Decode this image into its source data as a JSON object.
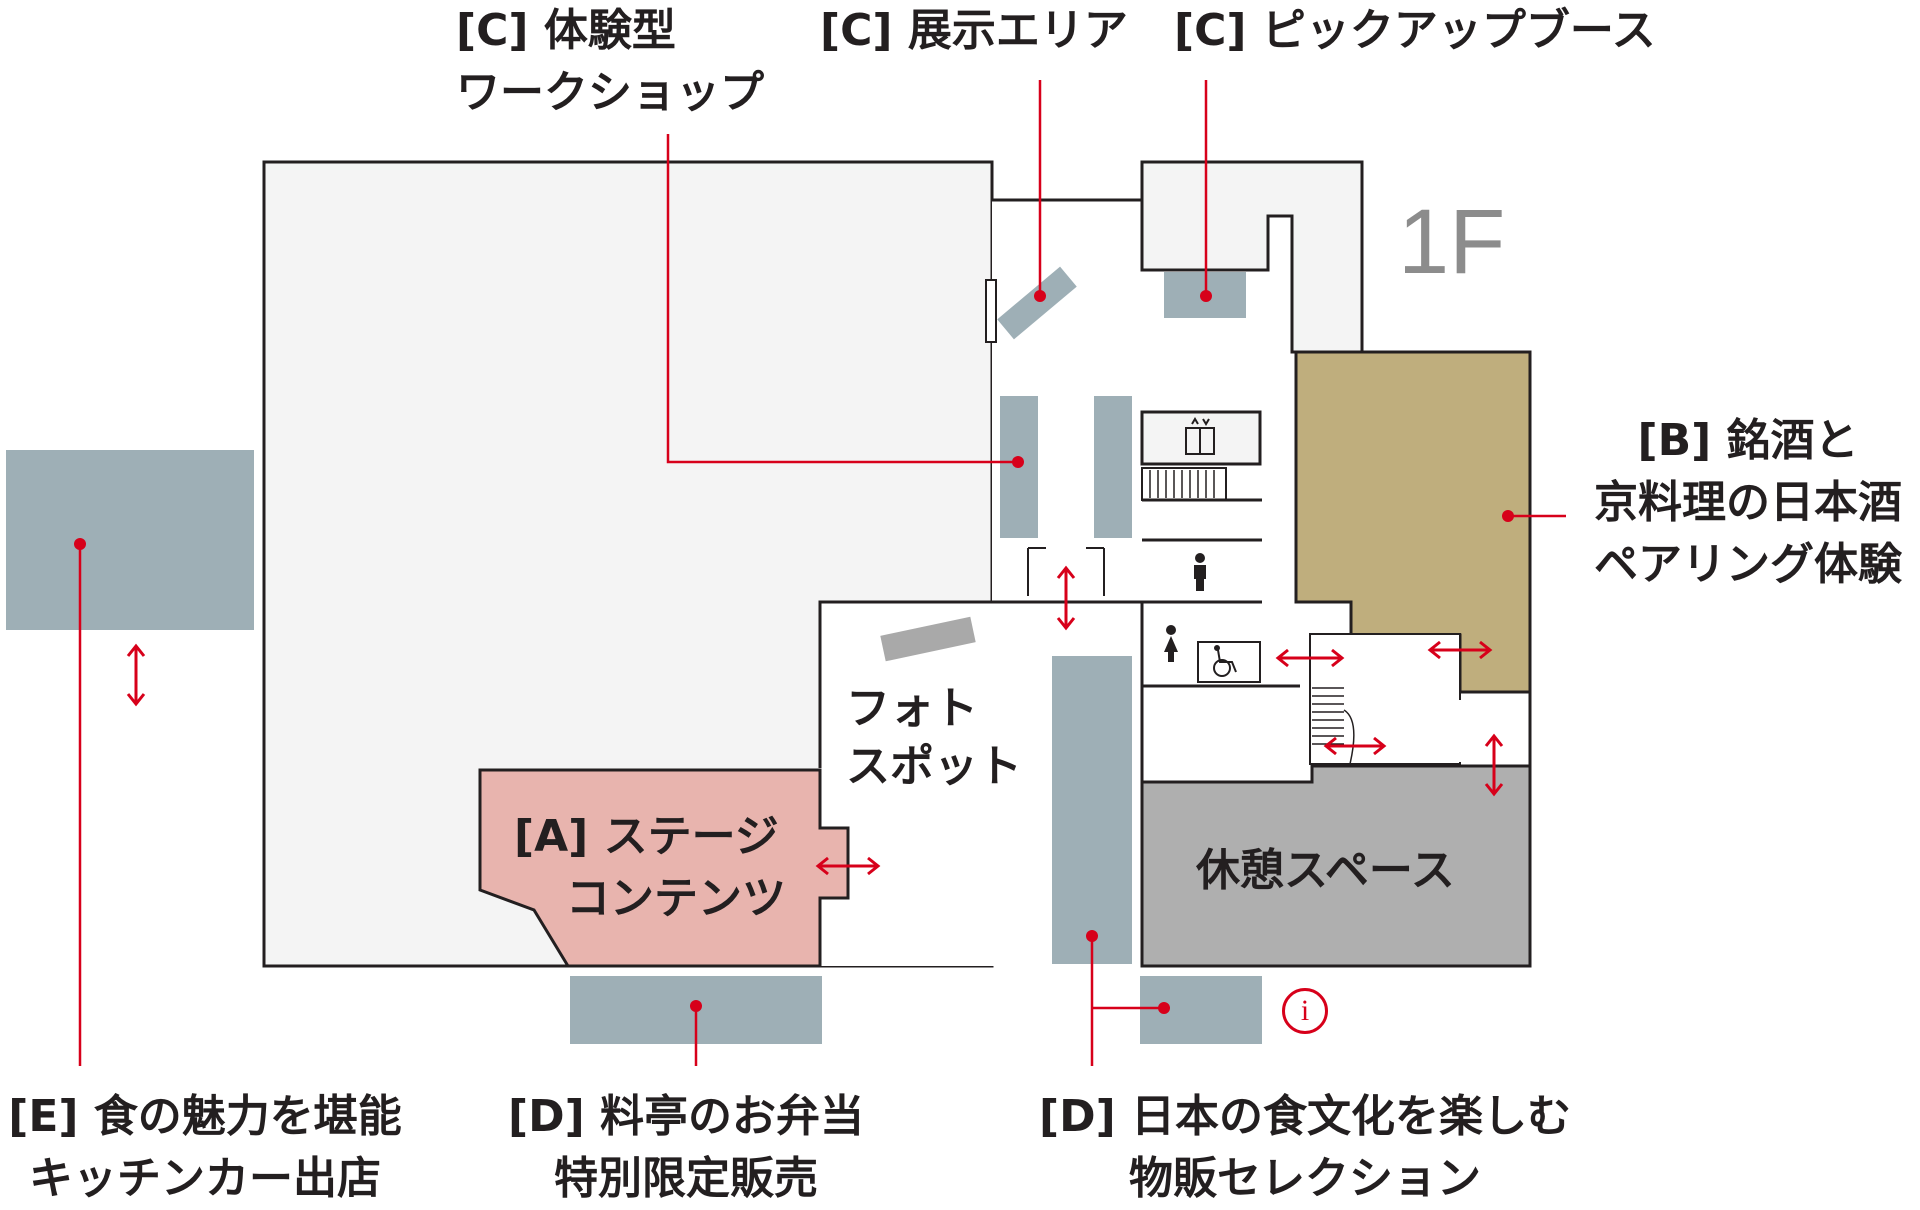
{
  "floor_label": "1F",
  "info_icon": "i",
  "areas": {
    "a": [
      "[A] ステージ",
      "コンテンツ"
    ],
    "photo": [
      "フォト",
      "スポット"
    ],
    "rest": "休憩スペース"
  },
  "callouts": {
    "c_workshop": [
      "[C] 体験型",
      "ワークショップ"
    ],
    "c_exhibit": "[C] 展示エリア",
    "c_pickup": "[C] ピックアップブース",
    "b_pairing": [
      "[B] 銘酒と",
      "京料理の日本酒",
      "ペアリング体験"
    ],
    "e_kitchen": [
      "[E] 食の魅力を堪能",
      "キッチンカー出店"
    ],
    "d_bento": [
      "[D] 料亭のお弁当",
      "特別限定販売"
    ],
    "d_goods": [
      "[D] 日本の食文化を楽しむ",
      "物販セレクション"
    ]
  },
  "colors": {
    "booth": "#9eafb6",
    "stage": "#e8b4ae",
    "pairing": "#bfae7d",
    "rest": "#afafaf",
    "room": "#f4f4f4",
    "wall": "#231f20",
    "leader": "#d7001a"
  }
}
